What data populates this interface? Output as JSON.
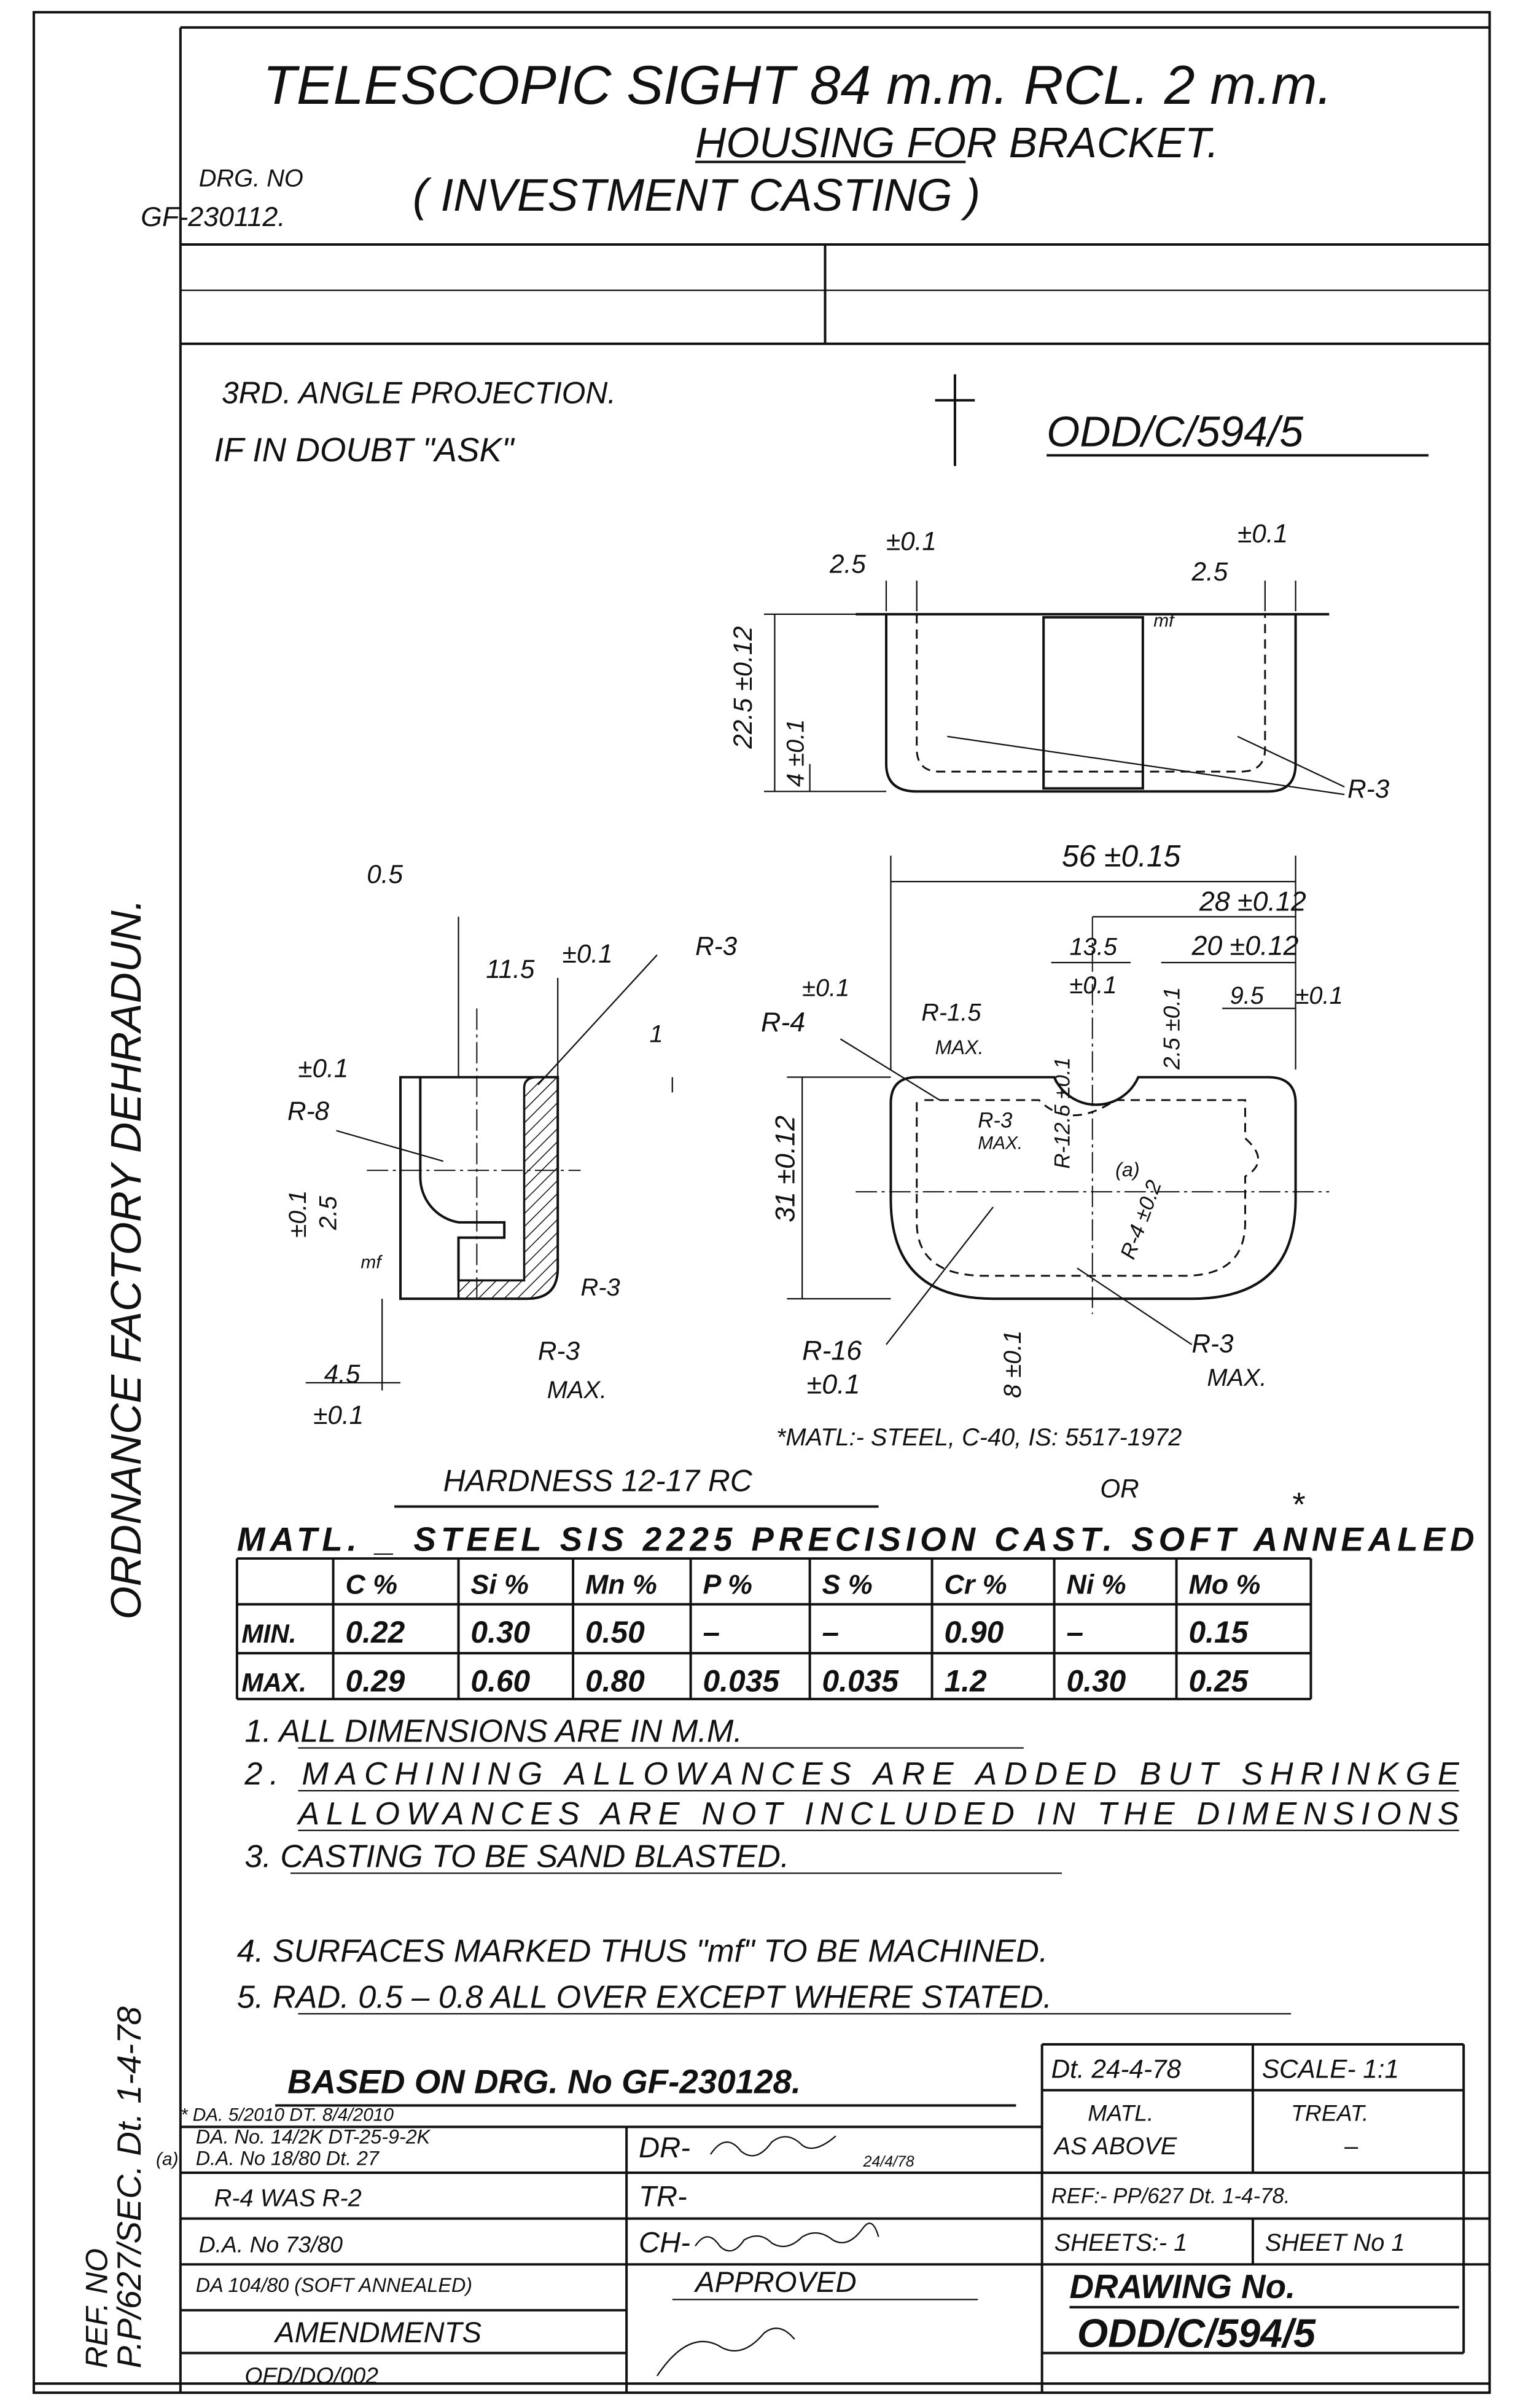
{
  "header": {
    "title": "TELESCOPIC SIGHT 84 m.m. RCL. 2 m.m.",
    "part": "HOUSING FOR BRACKET.",
    "process": "( INVESTMENT CASTING )",
    "drg_label": "DRG. NO",
    "drg_number": "GF-230112."
  },
  "notes_top": {
    "projection": "3RD. ANGLE PROJECTION.",
    "doubt": "IF IN DOUBT \"ASK\"",
    "drawing_ref": "ODD/C/594/5"
  },
  "side_label": "ORDNANCE FACTORY DEHRADUN.",
  "ref_label": "REF. NO",
  "ref_value": "P.P/627/SEC. Dt. 1-4-78",
  "dimensions": {
    "top_view": [
      "2.5",
      "±0.1",
      "±0.1",
      "2.5",
      "mf",
      "22.5 ±0.12",
      "4 ±0.1",
      "R-3"
    ],
    "side_view": [
      "0.5",
      "11.5",
      "±0.1",
      "R-3",
      "1",
      "±0.1",
      "R-8",
      "±0.1",
      "2.5",
      "mf",
      "R-3",
      "R-3",
      "MAX.",
      "4.5",
      "±0.1"
    ],
    "front_view": [
      "56 ±0.15",
      "28 ±0.12",
      "13.5",
      "±0.1",
      "20 ±0.12",
      "±0.1",
      "9.5",
      "±0.1",
      "R-4",
      "R-1.5",
      "MAX.",
      "2.5 ±0.1",
      "R-3",
      "MAX.",
      "R-12.5 ±0.1",
      "31 ±0.12",
      "(a)",
      "R-4 ±0.2",
      "R-16",
      "±0.1",
      "8 ±0.1",
      "R-3",
      "MAX."
    ]
  },
  "material_alt": "*MATL:- STEEL, C-40, IS: 5517-1972",
  "or_label": "OR",
  "star": "*",
  "hardness": "HARDNESS 12-17 RC",
  "material": "MATL. _ STEEL SIS 2225 PRECISION CAST. SOFT ANNEALED",
  "composition_table": {
    "headers": [
      "",
      "C %",
      "Si %",
      "Mn %",
      "P %",
      "S %",
      "Cr %",
      "Ni %",
      "Mo %"
    ],
    "rows": [
      [
        "MIN.",
        "0.22",
        "0.30",
        "0.50",
        "–",
        "–",
        "0.90",
        "–",
        "0.15"
      ],
      [
        "MAX.",
        "0.29",
        "0.60",
        "0.80",
        "0.035",
        "0.035",
        "1.2",
        "0.30",
        "0.25"
      ]
    ]
  },
  "notes": [
    "1. ALL DIMENSIONS ARE IN M.M.",
    "2. MACHINING ALLOWANCES ARE ADDED BUT SHRINKGE",
    "ALLOWANCES ARE NOT INCLUDED IN THE DIMENSIONS",
    "3. CASTING TO BE SAND BLASTED.",
    "4. SURFACES MARKED THUS \"mf\" TO BE MACHINED.",
    "5. RAD. 0.5 – 0.8 ALL OVER EXCEPT WHERE STATED."
  ],
  "title_block": {
    "based_on": "BASED ON DRG. No GF-230128.",
    "amend_star": "* DA. 5/2010 DT. 8/4/2010",
    "amendments": [
      "DA. No. 14/2K   DT-25-9-2K",
      "D.A. No 18/80 Dt. 27",
      "R-4 WAS R-2",
      "D.A. No 73/80",
      "DA 104/80 (SOFT ANNEALED)"
    ],
    "amend_mark": "(a)",
    "amendments_label": "AMENDMENTS",
    "office_code": "OFD/DO/002",
    "dr": "DR-",
    "dr_date": "24/4/78",
    "tr": "TR-",
    "ch": "CH-",
    "approved": "APPROVED",
    "date": "Dt. 24-4-78",
    "scale": "SCALE- 1:1",
    "matl_label": "MATL.",
    "matl_value": "AS ABOVE",
    "treat_label": "TREAT.",
    "treat_value": "–",
    "ref": "REF:- PP/627 Dt. 1-4-78.",
    "sheets": "SHEETS:- 1",
    "sheet_no": "SHEET No 1",
    "drawing_no_label": "DRAWING No.",
    "drawing_no": "ODD/C/594/5"
  }
}
